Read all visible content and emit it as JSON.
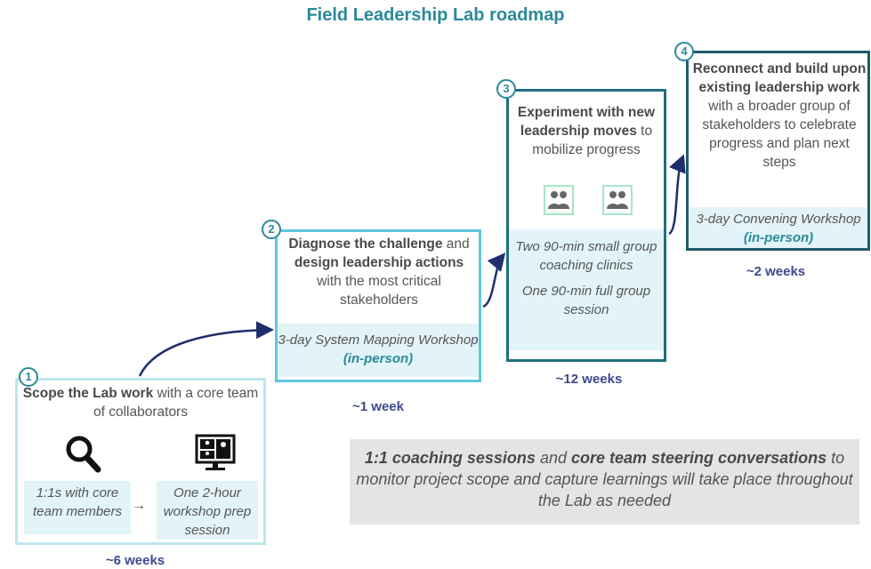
{
  "title": "Field Leadership Lab roadmap",
  "stages": [
    {
      "number": "1",
      "desc_bold": "Scope the Lab work",
      "desc_rest": " with a core team of collaborators",
      "activity_a": "1:1s with core team members",
      "activity_b": "One 2-hour workshop prep session",
      "duration": "~6 weeks",
      "icons": [
        "magnifier-icon",
        "video-conference-icon"
      ]
    },
    {
      "number": "2",
      "desc_bold1": "Diagnose the challenge",
      "desc_mid": " and ",
      "desc_bold2": "design leadership actions",
      "desc_rest": " with the most critical stakeholders",
      "activity": "3-day System Mapping Workshop ",
      "activity_hl": "(in-person)",
      "duration": "~1 week"
    },
    {
      "number": "3",
      "desc_bold": "Experiment with new leadership moves",
      "desc_rest": " to mobilize progress",
      "activity_a": "Two 90-min small group coaching clinics",
      "activity_b": "One 90-min full group session",
      "duration": "~12 weeks",
      "icons": [
        "group-icon",
        "group-icon"
      ]
    },
    {
      "number": "4",
      "desc_bold": "Reconnect and build upon existing leadership work",
      "desc_rest": " with a broader group of stakeholders to celebrate progress and plan next steps",
      "activity": "3-day Convening Workshop ",
      "activity_hl": "(in-person)",
      "duration": "~2 weeks"
    }
  ],
  "note": {
    "bold1": "1:1 coaching sessions",
    "mid": " and ",
    "bold2": "core team steering conversations",
    "rest": " to monitor project scope and capture learnings will take place throughout the Lab as needed"
  },
  "colors": {
    "title": "#2a8a9a",
    "stage1_border": "#bfe6ef",
    "stage2_border": "#5ec8de",
    "stage3_border": "#1f6f7e",
    "stage4_border": "#1d5c6b",
    "duration": "#3d4a8a",
    "activity_fill": "#e3f4f9",
    "arrow": "#1f2f6e",
    "note_fill": "#e4e4e4"
  }
}
